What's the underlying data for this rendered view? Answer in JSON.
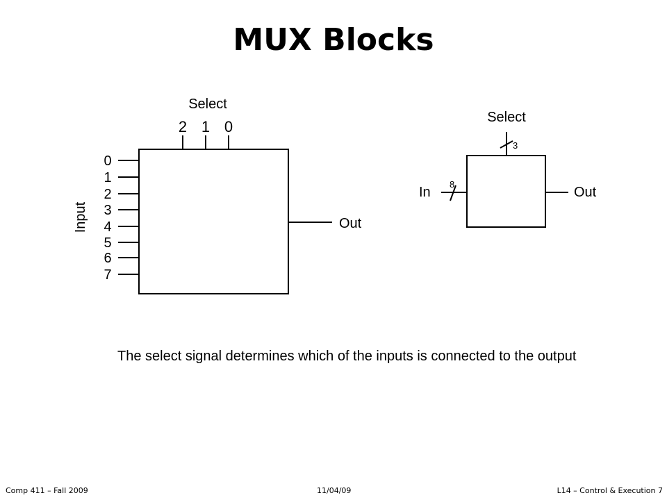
{
  "title": "MUX Blocks",
  "mux8": {
    "select_label": "Select",
    "select_bits": [
      "2",
      "1",
      "0"
    ],
    "input_label": "Input",
    "inputs": [
      "0",
      "1",
      "2",
      "3",
      "4",
      "5",
      "6",
      "7"
    ],
    "output_label": "Out"
  },
  "mux_bus": {
    "select_label": "Select",
    "select_width": "3",
    "input_label": "In",
    "input_width": "8",
    "output_label": "Out"
  },
  "caption": "The select signal determines which of the inputs is connected to the output",
  "footer": {
    "left": "Comp 411 – Fall 2009",
    "center": "11/04/09",
    "right": "L14 – Control & Execution  7"
  }
}
